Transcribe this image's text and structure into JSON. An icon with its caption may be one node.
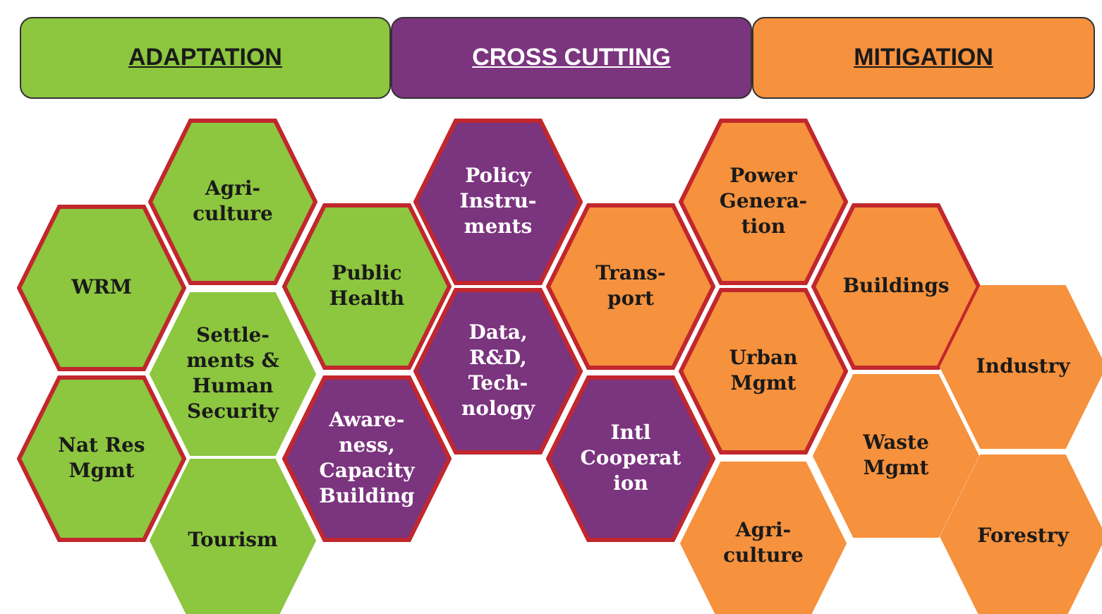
{
  "diagram": {
    "nodes": [
      {
        "text": [
          "ADAPTATION"
        ]
      },
      {
        "text": [
          "CROSS CUTTING"
        ]
      },
      {
        "text": [
          "MITIGATION"
        ]
      },
      {
        "text": [
          "WRM"
        ]
      },
      {
        "text": [
          "Nat Res Mgmt"
        ]
      },
      {
        "text": [
          "Agri- culture"
        ]
      },
      {
        "text": [
          "Settle- ments & Human Security"
        ]
      },
      {
        "text": [
          "Tourism"
        ]
      },
      {
        "text": [
          "Public Health"
        ]
      },
      {
        "text": [
          "Aware- ness, Capacity Building"
        ]
      },
      {
        "text": [
          "Policy Instru- ments"
        ]
      },
      {
        "text": [
          "Data, R&D, Tech- nology"
        ]
      },
      {
        "text": [
          "Trans- port"
        ]
      },
      {
        "text": [
          "Intl Cooperat ion"
        ]
      },
      {
        "text": [
          "Power Genera- tion"
        ]
      },
      {
        "text": [
          "Urban Mgmt"
        ]
      },
      {
        "text": [
          "Agri- culture"
        ]
      },
      {
        "text": [
          "Buildings"
        ]
      },
      {
        "text": [
          "Waste Mgmt"
        ]
      },
      {
        "text": [
          "Industry"
        ]
      },
      {
        "text": [
          "Forestry"
        ]
      }
    ]
  }
}
